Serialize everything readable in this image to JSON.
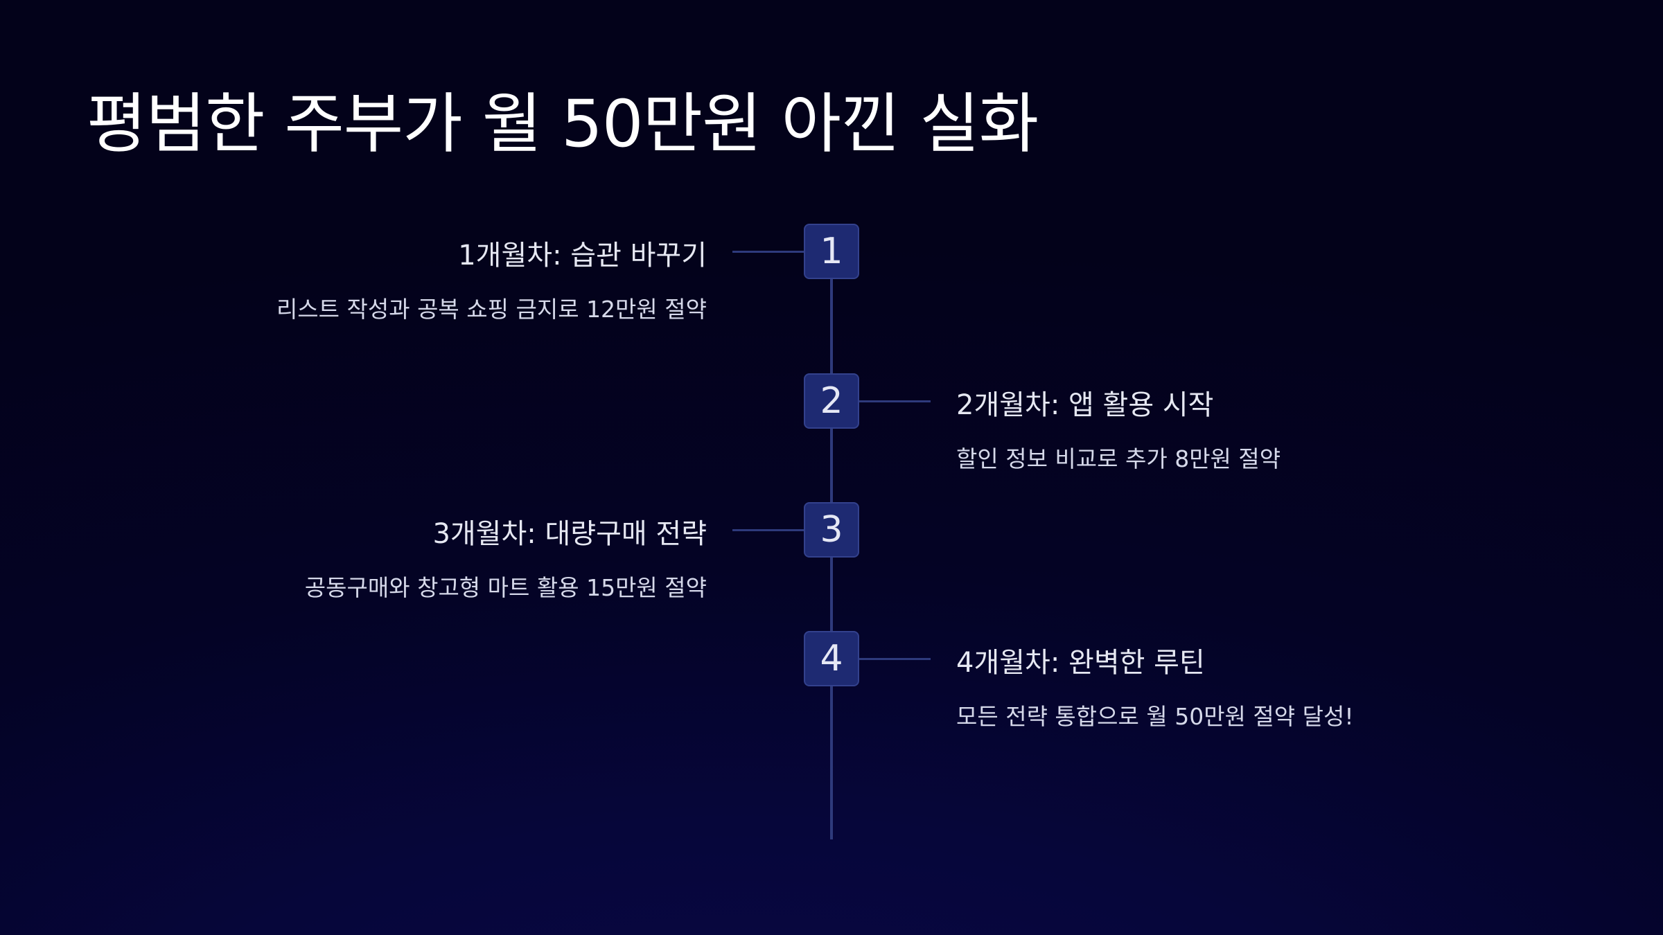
{
  "slide": {
    "title": "평범한 주부가 월 50만원 아낀 실화"
  },
  "steps": [
    {
      "number": "1",
      "title": "1개월차: 습관 바꾸기",
      "description": "리스트 작성과 공복 쇼핑 금지로 12만원 절약",
      "side": "left"
    },
    {
      "number": "2",
      "title": "2개월차: 앱 활용 시작",
      "description": "할인 정보 비교로 추가 8만원 절약",
      "side": "right"
    },
    {
      "number": "3",
      "title": "3개월차: 대량구매 전략",
      "description": "공동구매와 창고형 마트 활용 15만원 절약",
      "side": "left"
    },
    {
      "number": "4",
      "title": "4개월차: 완벽한 루틴",
      "description": "모든 전략 통합으로 월 50만원 절약 달성!",
      "side": "right"
    }
  ]
}
